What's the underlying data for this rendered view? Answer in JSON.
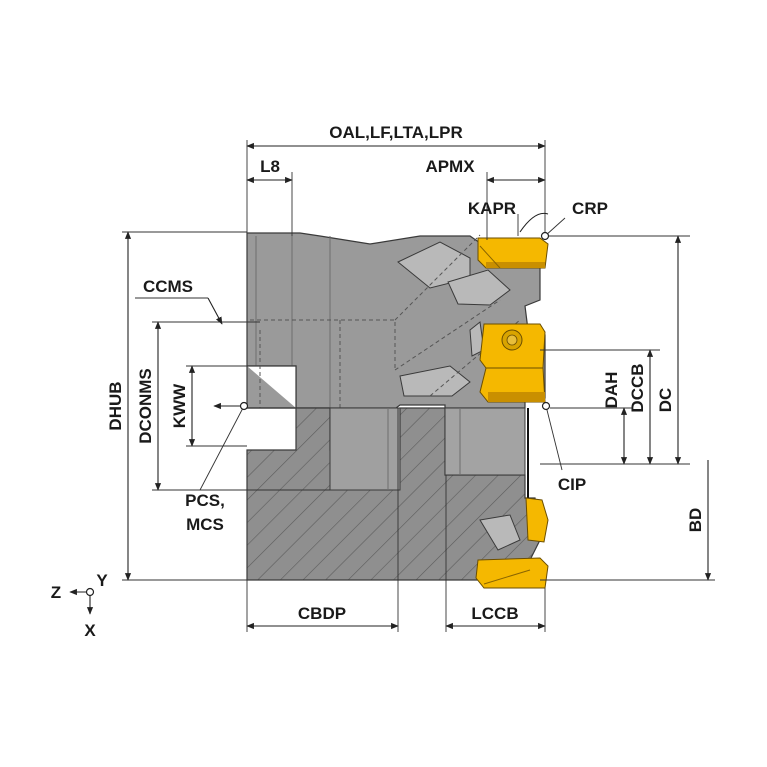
{
  "labels": {
    "oal": "OAL,LF,LTA,LPR",
    "l8": "L8",
    "apmx": "APMX",
    "kapr": "KAPR",
    "crp": "CRP",
    "ccms": "CCMS",
    "dhub": "DHUB",
    "dconms": "DCONMS",
    "kww": "KWW",
    "pcs": "PCS,",
    "mcs": "MCS",
    "dah": "DAH",
    "dccb": "DCCB",
    "dc": "DC",
    "cip": "CIP",
    "bd": "BD",
    "cbdp": "CBDP",
    "lccb": "LCCB",
    "axis_z": "Z",
    "axis_y": "Y",
    "axis_x": "X"
  },
  "colors": {
    "body": "#9a9a9a",
    "insert": "#f5b800",
    "line": "#222222"
  },
  "icons": {
    "axis_origin": "coordinate-origin-icon",
    "pcs_marker": "reference-point-icon",
    "crp_marker": "reference-point-icon",
    "cip_marker": "reference-point-icon"
  }
}
